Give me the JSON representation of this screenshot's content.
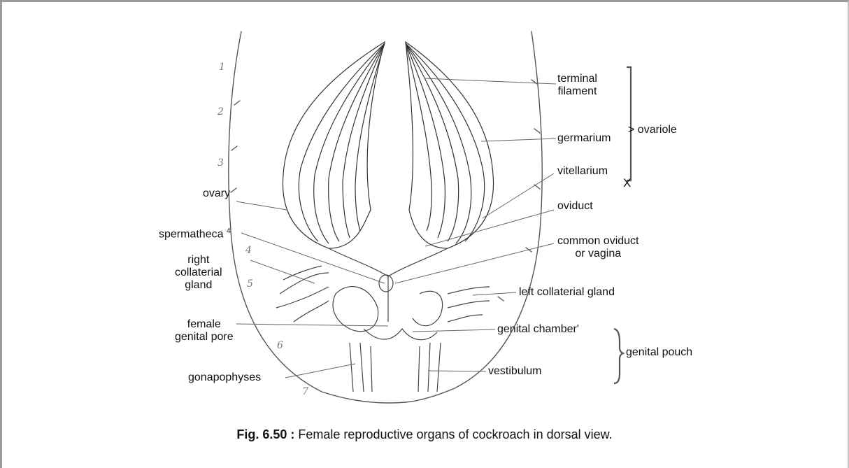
{
  "labels": {
    "terminal_filament_1": "terminal",
    "terminal_filament_2": "filament",
    "germarium": "germarium",
    "ovariole": "> ovariole",
    "vitellarium": "vitellarium",
    "x_mark": "X",
    "ovary": "ovary",
    "oviduct": "oviduct",
    "spermatheca": "spermatheca",
    "spermatheca_sup": "4",
    "common_oviduct_1": "common oviduct",
    "common_oviduct_2": "or vagina",
    "right_collaterial_1": "right",
    "right_collaterial_2": "collaterial",
    "right_collaterial_3": "gland",
    "left_collaterial": "left collaterial gland",
    "female_genital_pore_1": "female",
    "female_genital_pore_2": "genital pore",
    "genital_chamber": "genital chamber'",
    "genital_pouch": "genital pouch",
    "gonapophyses": "gonapophyses",
    "vestibulum": "vestibulum"
  },
  "segment_numbers": [
    "1",
    "2",
    "3",
    "4",
    "5",
    "6",
    "7"
  ],
  "caption": {
    "figure_number": "Fig. 6.50 :",
    "text": " Female reproductive organs of cockroach in dorsal view."
  }
}
